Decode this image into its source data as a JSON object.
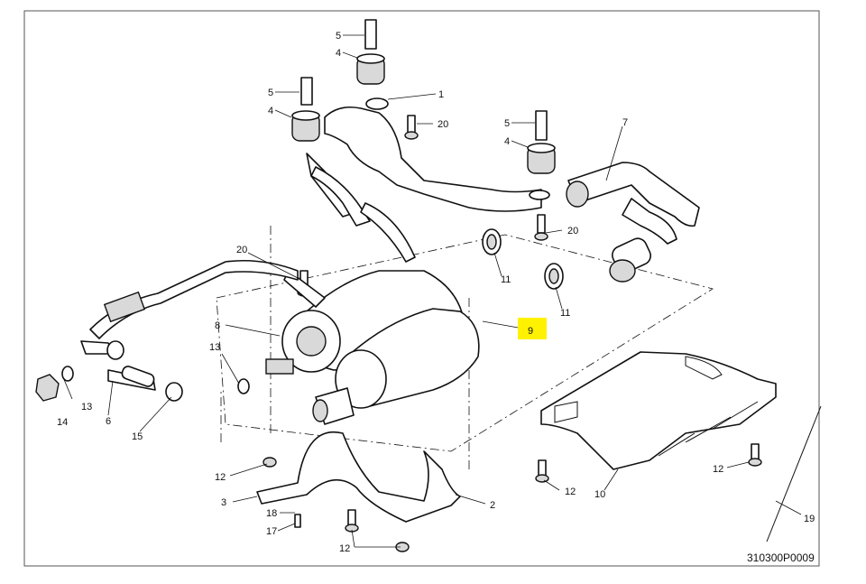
{
  "diagram_code": "310300P0009",
  "highlight_color": "#fff200",
  "highlighted_callout": "9",
  "callouts": {
    "c1": "1",
    "c2": "2",
    "c3": "3",
    "c4a": "4",
    "c4b": "4",
    "c4c": "4",
    "c5a": "5",
    "c5b": "5",
    "c5c": "5",
    "c6": "6",
    "c7": "7",
    "c8": "8",
    "c9": "9",
    "c10": "10",
    "c11a": "11",
    "c11b": "11",
    "c12a": "12",
    "c12b": "12",
    "c12c": "12",
    "c12d": "12",
    "c13a": "13",
    "c13b": "13",
    "c14": "14",
    "c15": "15",
    "c17": "17",
    "c18": "18",
    "c19": "19",
    "c20a": "20",
    "c20b": "20",
    "c20c": "20"
  }
}
